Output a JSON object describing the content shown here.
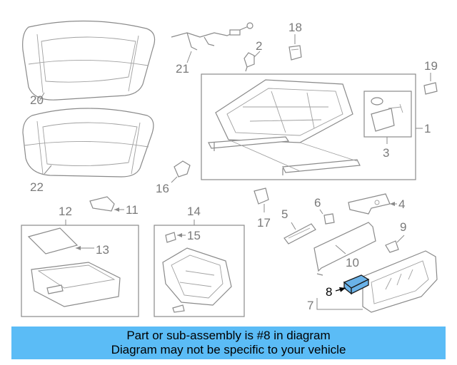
{
  "callouts": {
    "n1": "1",
    "n2": "2",
    "n3": "3",
    "n4": "4",
    "n5": "5",
    "n6": "6",
    "n7": "7",
    "n8": "8",
    "n9": "9",
    "n10": "10",
    "n11": "11",
    "n12": "12",
    "n13": "13",
    "n14": "14",
    "n15": "15",
    "n16": "16",
    "n17": "17",
    "n18": "18",
    "n19": "19",
    "n20": "20",
    "n21": "21",
    "n22": "22"
  },
  "highlighted_part": "8",
  "colors": {
    "banner": "#5bbcf6",
    "highlight_part": "#6ab2e8",
    "linework": "#8a8a8a"
  },
  "banner": {
    "line1": "Part or sub-assembly is #8 in diagram",
    "line2": "Diagram may not be specific to your vehicle"
  }
}
